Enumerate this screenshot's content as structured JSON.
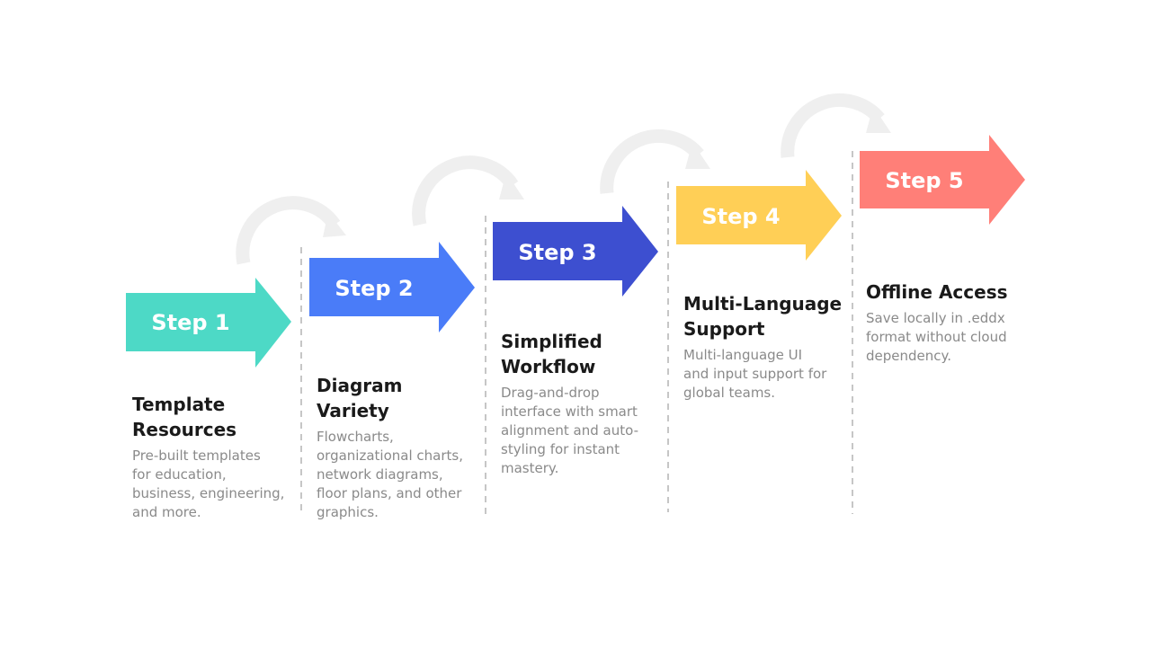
{
  "steps": [
    {
      "label": "Step 1",
      "color": "#4dd9c6",
      "title": "Template\nResources",
      "description": "Pre-built templates\nfor education,\nbusiness, engineering,\nand more."
    },
    {
      "label": "Step 2",
      "color": "#4a7cf8",
      "title": "Diagram\nVariety",
      "description": "Flowcharts,\norganizational charts,\nnetwork diagrams,\nfloor plans, and other\ngraphics."
    },
    {
      "label": "Step 3",
      "color": "#3d4fd0",
      "title": "Simplified\nWorkflow",
      "description": "Drag-and-drop\ninterface with smart\nalignment and auto-\nstyling for instant\nmastery."
    },
    {
      "label": "Step 4",
      "color": "#ffcf56",
      "title": "Multi-Language\nSupport",
      "description": "Multi-language UI\nand input support for\nglobal teams."
    },
    {
      "label": "Step 5",
      "color": "#ff7f78",
      "title": "Offline Access",
      "description": "Save locally in .eddx\nformat without cloud\ndependency."
    }
  ],
  "connector_color": "#efefef",
  "divider_color": "#b3b3b3"
}
